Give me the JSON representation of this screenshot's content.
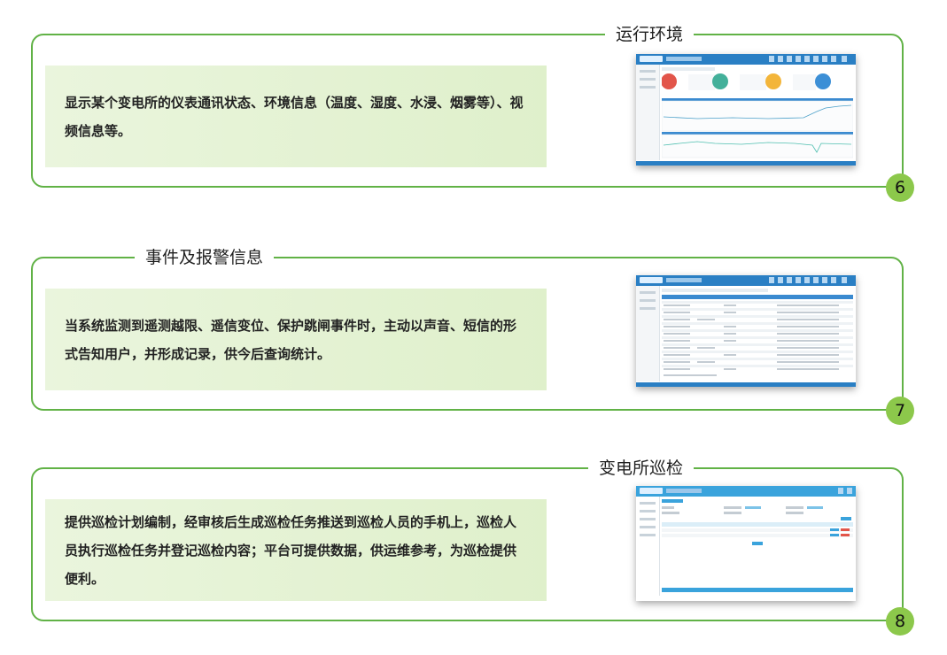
{
  "sections": [
    {
      "title": "运行环境",
      "description": "显示某个变电所的仪表通讯状态、环境信息（温度、湿度、水浸、烟雾等）、视频信息等。",
      "number": "6",
      "screenshot_icon": "environment-dashboard-thumbnail"
    },
    {
      "title": "事件及报警信息",
      "description": "当系统监测到遥测越限、遥信变位、保护跳闸事件时，主动以声音、短信的形式告知用户，并形成记录，供今后查询统计。",
      "number": "7",
      "screenshot_icon": "alarm-event-table-thumbnail"
    },
    {
      "title": "变电所巡检",
      "description": "提供巡检计划编制，经审核后生成巡检任务推送到巡检人员的手机上，巡检人员执行巡检任务并登记巡检内容；平台可提供数据，供运维参考，为巡检提供便利。",
      "number": "8",
      "screenshot_icon": "inspection-task-thumbnail"
    }
  ],
  "colors": {
    "border": "#61b246",
    "badge": "#8cc84b",
    "desc_bg": "#e4f2d4",
    "app_blue": "#2a7fc4"
  }
}
